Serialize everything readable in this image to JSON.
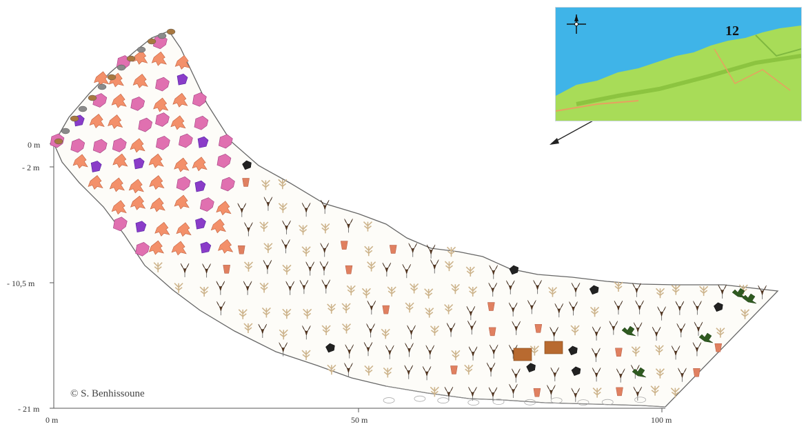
{
  "depth_labels": [
    "0 m",
    "- 2 m",
    "- 10,5 m",
    "- 21 m"
  ],
  "distance_labels": [
    "0 m",
    "50 m",
    "100 m"
  ],
  "site_number": "12",
  "credit": "© S. Benhissoune",
  "colors": {
    "sea": "#3fb4e8",
    "land": "#a8dc58",
    "coral_pink": "#e070b0",
    "coral_salmon": "#f3906a",
    "coral_violet": "#8a3cc8",
    "seaweed_brown": "#5a3820",
    "seaweed_beige": "#cdb48c",
    "profile_line": "#666666"
  },
  "icons": [
    "compass-icon",
    "arrow-icon",
    "organism-icon"
  ]
}
